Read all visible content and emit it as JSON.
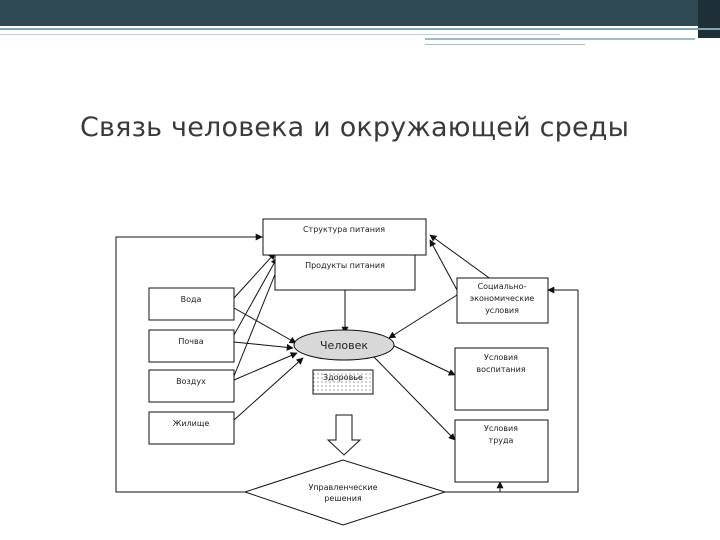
{
  "slide": {
    "title": "Связь человека и окружающей среды"
  },
  "diagram": {
    "nutrition_structure": "Структура питания",
    "food_products": "Продукты питания",
    "socio_economic": [
      "Социально-",
      "экономические",
      "условия"
    ],
    "upbringing": [
      "Условия",
      "воспитания"
    ],
    "work": [
      "Условия",
      "труда"
    ],
    "water": "Вода",
    "soil": "Почва",
    "air": "Воздух",
    "housing": "Жилище",
    "human": "Человек",
    "health": "Здоровье",
    "decisions": [
      "Управленческие",
      "решения"
    ]
  }
}
